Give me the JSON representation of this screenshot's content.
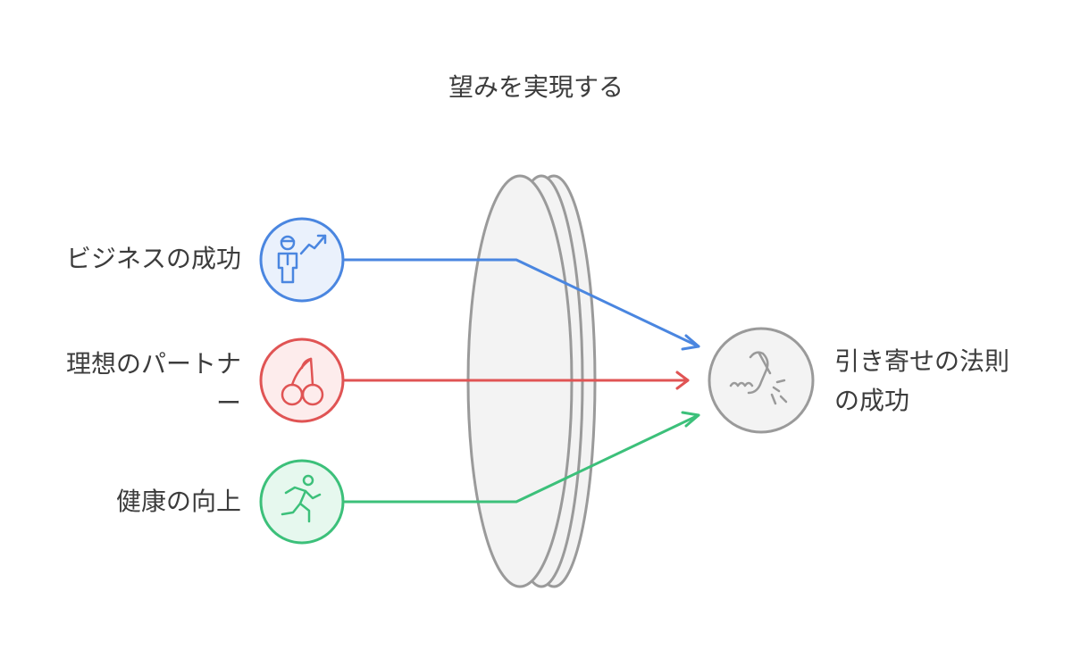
{
  "title": "望みを実現する",
  "inputs": [
    {
      "label_lines": [
        "ビジネスの成功"
      ],
      "icon": "businessman-growth-icon",
      "stroke": "#4a86e0",
      "fill": "#eaf1fc"
    },
    {
      "label_lines": [
        "理想のパートナ",
        "ー"
      ],
      "icon": "cherries-icon",
      "stroke": "#e05454",
      "fill": "#fdecec"
    },
    {
      "label_lines": [
        "健康の向上"
      ],
      "icon": "running-person-icon",
      "stroke": "#3cc07a",
      "fill": "#e6f8ee"
    }
  ],
  "lens": {
    "stroke": "#9a9a9a",
    "fill": "#f3f3f3"
  },
  "result": {
    "label_lines": [
      "引き寄せの法則",
      "の成功"
    ],
    "icon": "pointing-hand-icon",
    "stroke": "#9a9a9a",
    "fill": "#f3f3f3"
  }
}
